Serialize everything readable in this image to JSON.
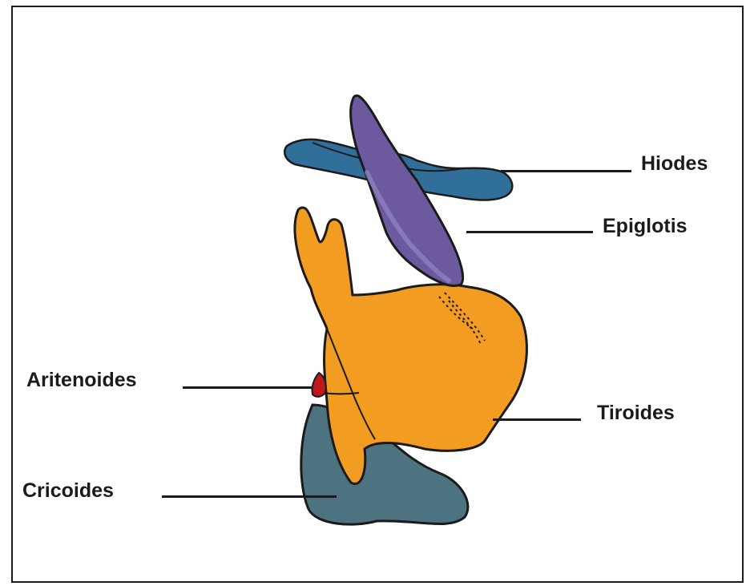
{
  "labels": {
    "hiodes": "Hiodes",
    "epiglotis": "Epiglotis",
    "aritenoides": "Aritenoides",
    "tiroides": "Tiroides",
    "cricoides": "Cricoides"
  },
  "colors": {
    "hiodes": "#2f6f9a",
    "epiglotis": "#6d5a9e",
    "tiroides": "#f39c22",
    "aritenoides": "#c0171a",
    "cricoides": "#4d7280",
    "outline": "#1b1b1b",
    "frame": "#1b1b1b"
  }
}
